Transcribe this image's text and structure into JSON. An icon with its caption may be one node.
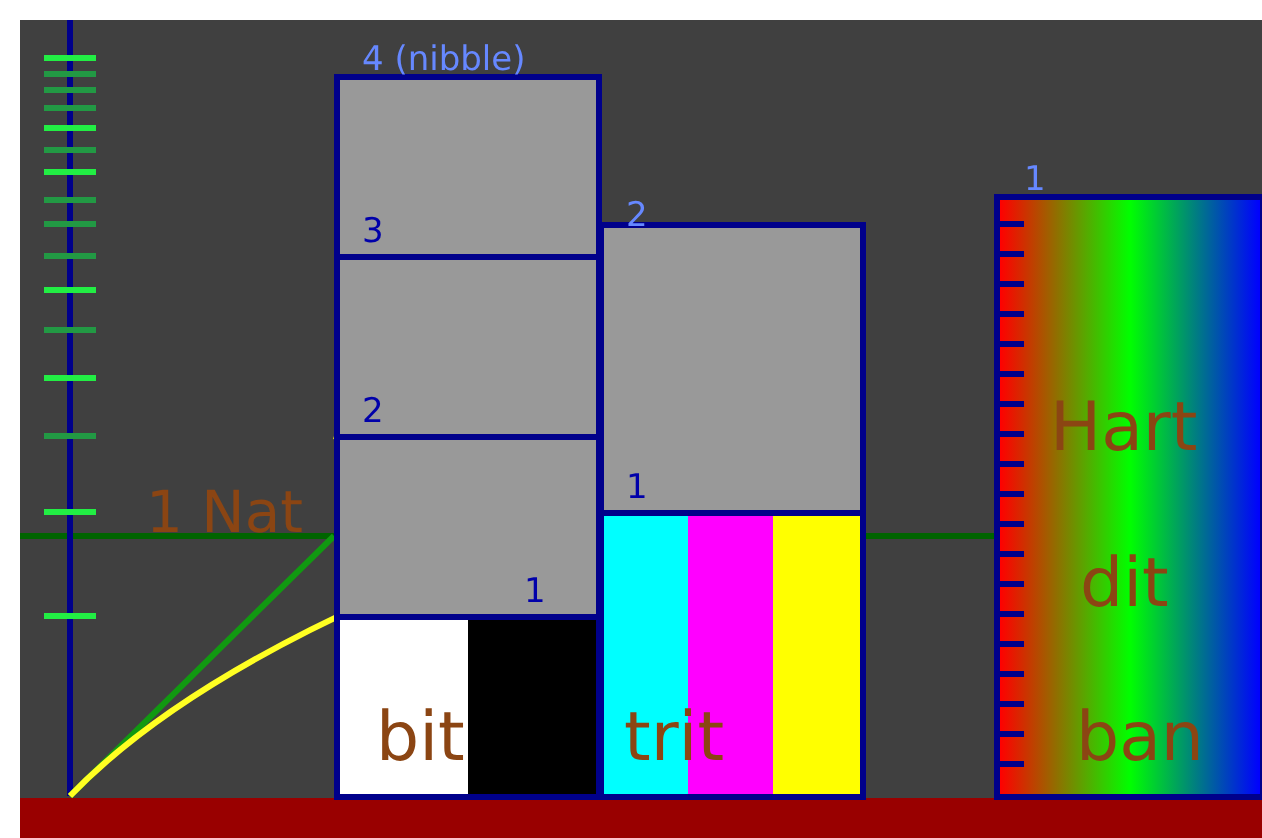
{
  "diagram": {
    "nodes": [
      {
        "text": [],
        "shape": "box",
        "beside": [
          "4 (nibble)"
        ]
      },
      {
        "text": [],
        "shape": "box",
        "beside": [
          "3"
        ]
      },
      {
        "text": [],
        "shape": "box",
        "beside": [
          "2"
        ]
      },
      {
        "text": [
          "bit"
        ],
        "beside": [
          "1"
        ]
      },
      {
        "text": [],
        "shape": "box",
        "beside": [
          "2"
        ]
      },
      {
        "text": [
          "trit"
        ],
        "beside": [
          "1"
        ]
      },
      {
        "text": [
          "Hart",
          "dit",
          "ban"
        ],
        "beside": [
          "1"
        ]
      }
    ],
    "labels": [
      "1 Nat"
    ]
  }
}
